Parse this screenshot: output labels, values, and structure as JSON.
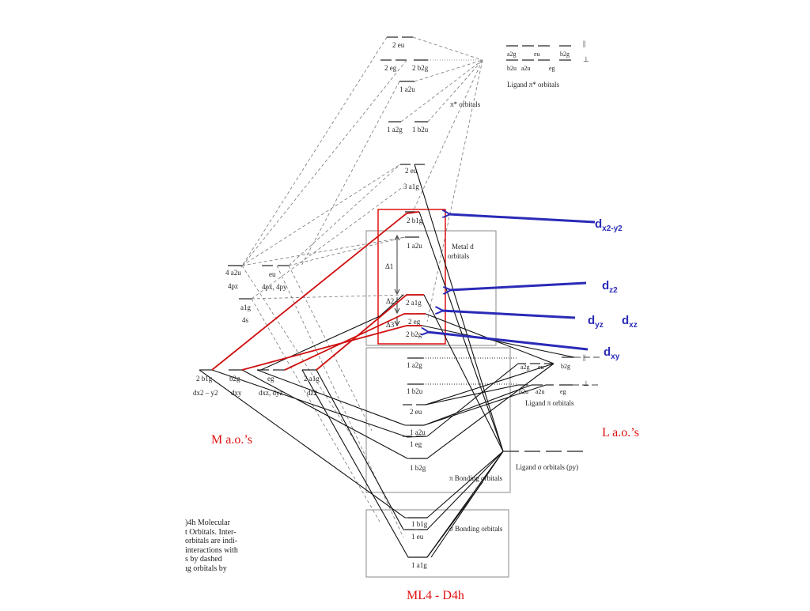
{
  "labels": {
    "dx2y2": {
      "main": "d",
      "sub": "x2-y2"
    },
    "dz2": {
      "main": "d",
      "sub": "z2"
    },
    "dyz": {
      "main": "d",
      "sub": "yz"
    },
    "dxz": {
      "main": "d",
      "sub": "xz"
    },
    "dxy": {
      "main": "d",
      "sub": "xy"
    },
    "m_ao": "M a.o.’s",
    "l_ao": "L a.o.’s",
    "title": "ML4 - D4h"
  },
  "diagram": {
    "top_levels": [
      "2 eu",
      "2 eg",
      "2 b2g",
      "1 a2u",
      "1 a2g",
      "1 b2u"
    ],
    "pi_star_label": "π* orbitals",
    "ligand_pi_star": {
      "top": [
        "a2g",
        "eu",
        "b2g"
      ],
      "bottom": [
        "b2u",
        "a2u",
        "eg"
      ],
      "label": "Ligand π* orbitals"
    },
    "upper_levels": [
      "2 eu",
      "3 a1g",
      "2 b1g",
      "1 a2u"
    ],
    "metal_d_label": [
      "Metal d",
      "orbitals"
    ],
    "deltas": [
      "Δ1",
      "Δ2",
      "Δ3"
    ],
    "metal_d_levels": [
      "2 a1g",
      "2 eg",
      "2 b2g"
    ],
    "metal_p_levels": [
      {
        "name": "4 a2u",
        "sub": "4pz"
      },
      {
        "name": "eu",
        "sub": "4px, 4py"
      },
      {
        "name": "a1g",
        "sub": "4s"
      }
    ],
    "metal_d_basis": [
      {
        "name": "2 b1g",
        "sub": "dx2 – y2"
      },
      {
        "name": "b2g",
        "sub": "dxy"
      },
      {
        "name": "eg",
        "sub": "dxz, dyz"
      },
      {
        "name": "2 a1g",
        "sub": "dz2"
      }
    ],
    "pi_levels": [
      "1 a2g",
      "1 b2u",
      "2 eu",
      "1 a2u",
      "1 eg",
      "1 b2g"
    ],
    "pi_bonding_label": "π Bonding orbitals",
    "ligand_pi": {
      "top": [
        "a2g",
        "eu",
        "b2g"
      ],
      "bottom": [
        "b2u",
        "a2u",
        "eg"
      ],
      "label": "Ligand π orbitals"
    },
    "ligand_sigma_label": "Ligand σ orbitals (py)",
    "sigma_levels": [
      "1 b1g",
      "1 eu",
      "1 a1g"
    ],
    "sigma_bonding_label": "σ Bonding orbitals",
    "spin_marks": [
      "||",
      "⊥"
    ]
  },
  "caption_lines": [
    ")4h Molecular",
    "t Orbitals. Inter-",
    "orbitals are indi-",
    "interactions with",
    "s by dashed",
    "ıg orbitals by"
  ]
}
